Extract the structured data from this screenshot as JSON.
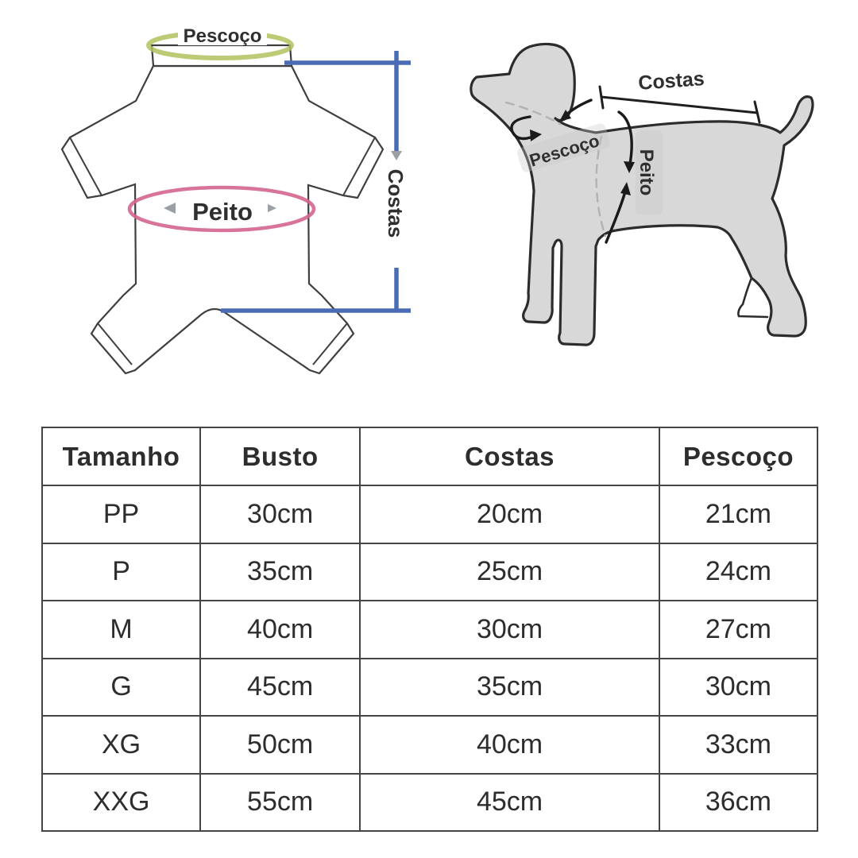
{
  "garment_diagram": {
    "neck_label": "Pescoço",
    "chest_label": "Peito",
    "back_label": "Costas",
    "colors": {
      "neck_ellipse": "#b2c25f",
      "chest_ellipse": "#d4648e",
      "back_bracket": "#4a6cb4",
      "outline": "#3f3f3f",
      "gray_marker": "#9aa0a6"
    }
  },
  "dog_diagram": {
    "back_label": "Costas",
    "neck_label": "Pescoço",
    "chest_label": "Peito",
    "colors": {
      "body_fill": "#d8d8d8",
      "outline": "#2c2c2c",
      "dashed_line": "#b3b3b3",
      "arrow": "#1a1a1a"
    }
  },
  "table": {
    "headers": [
      "Tamanho",
      "Busto",
      "Costas",
      "Pescoço"
    ],
    "rows": [
      [
        "PP",
        "30cm",
        "20cm",
        "21cm"
      ],
      [
        "P",
        "35cm",
        "25cm",
        "24cm"
      ],
      [
        "M",
        "40cm",
        "30cm",
        "27cm"
      ],
      [
        "G",
        "45cm",
        "35cm",
        "30cm"
      ],
      [
        "XG",
        "50cm",
        "40cm",
        "33cm"
      ],
      [
        "XXG",
        "55cm",
        "45cm",
        "36cm"
      ]
    ]
  }
}
